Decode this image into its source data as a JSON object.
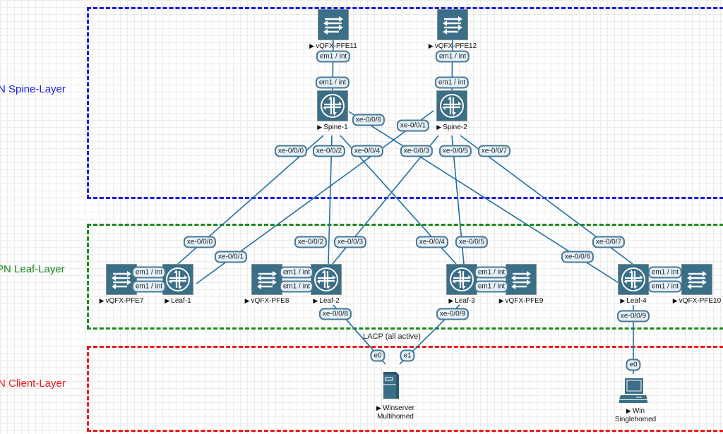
{
  "layers": {
    "spine": {
      "label": "N Spine-Layer",
      "color": "#1a1aee"
    },
    "leaf": {
      "label": "PN Leaf-Layer",
      "color": "#1a8a1a"
    },
    "client": {
      "label": "N Client-Layer",
      "color": "#ee1a1a"
    }
  },
  "nodes": {
    "pfe11": "vQFX-PFE11",
    "pfe12": "vQFX-PFE12",
    "spine1": "Spine-1",
    "spine2": "Spine-2",
    "pfe7": "vQFX-PFE7",
    "leaf1": "Leaf-1",
    "pfe8": "vQFX-PFE8",
    "leaf2": "Leaf-2",
    "leaf3": "Leaf-3",
    "pfe9": "vQFX-PFE9",
    "leaf4": "Leaf-4",
    "pfe10": "vQFX-PFE10",
    "winserver": [
      "Winserver",
      "Multihomed"
    ],
    "win": [
      "Win",
      "Singlehomed"
    ]
  },
  "links": [
    {
      "a": "em1 / int",
      "b": "em1 / int"
    },
    {
      "a": "em1 / int",
      "b": "em1 / int"
    },
    {
      "a": "xe-0/0/0",
      "b": "xe-0/0/0"
    },
    {
      "a": "xe-0/0/2",
      "b": "xe-0/0/2"
    },
    {
      "a": "xe-0/0/4",
      "b": "xe-0/0/4"
    },
    {
      "a": "xe-0/0/6",
      "b": "xe-0/0/6"
    },
    {
      "a": "xe-0/0/1",
      "b": "xe-0/0/1"
    },
    {
      "a": "xe-0/0/3",
      "b": "xe-0/0/3"
    },
    {
      "a": "xe-0/0/5",
      "b": "xe-0/0/5"
    },
    {
      "a": "xe-0/0/7",
      "b": "xe-0/0/7"
    },
    {
      "a": "xe-0/0/8",
      "b": "e0"
    },
    {
      "a": "xe-0/0/9",
      "b": "e1"
    },
    {
      "a": "xe-0/0/9",
      "b": "e0"
    },
    {
      "a": "em1 / int",
      "b": "em1 / int"
    },
    {
      "a": "em1 / int",
      "b": "em1 / int"
    },
    {
      "a": "em1 / int",
      "b": "em1 / int"
    },
    {
      "a": "em1 / int",
      "b": "em1 / int"
    }
  ],
  "annotations": {
    "lacp": "LACP (all active)"
  },
  "colors": {
    "icon": "#3b6e87",
    "link": "#1f6fa8"
  }
}
